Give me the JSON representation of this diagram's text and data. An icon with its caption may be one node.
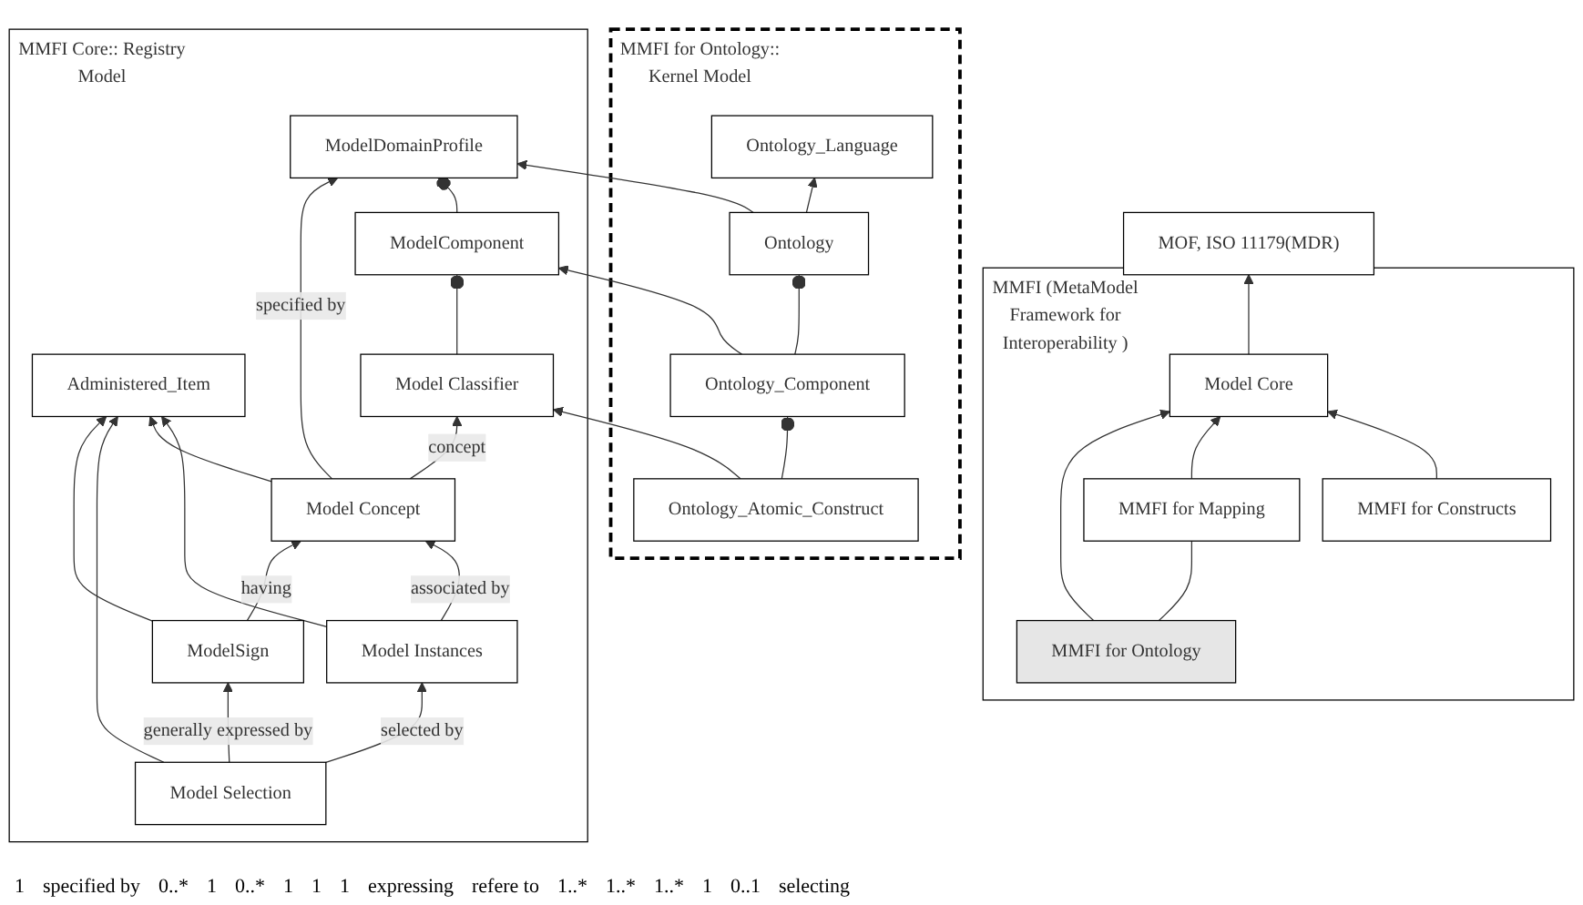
{
  "diagram": {
    "nodes": [
      {
        "text": [
          "MOF, ISO 11179(MDR)"
        ]
      },
      {
        "text": [
          "MMFI (MetaModel Framework for Interoperability )"
        ]
      },
      {
        "text": [
          "Model Core"
        ],
        "in": 1
      },
      {
        "text": [
          "MMFI for Ontology"
        ],
        "in": 1
      },
      {
        "text": [
          "MMFI for Mapping"
        ],
        "in": 1
      },
      {
        "text": [
          "MMFI for Constructs"
        ],
        "in": 1
      },
      {
        "text": [
          "MMFI Core:: Registry Model"
        ]
      },
      {
        "text": [
          "ModelSign"
        ],
        "in": 6
      },
      {
        "text": [
          "Model Concept"
        ],
        "in": 6
      },
      {
        "text": [
          "ModelDomainProfile"
        ],
        "in": 6
      },
      {
        "text": [
          "Administered_Item"
        ],
        "in": 6
      },
      {
        "text": [
          "ModelComponent"
        ],
        "in": 6
      },
      {
        "text": [
          "Model Selection"
        ],
        "in": 6
      },
      {
        "text": [
          "Model Instances"
        ],
        "in": 6
      },
      {
        "text": [
          "Model Classifier"
        ],
        "in": 6
      },
      {
        "text": [
          "MMFI for Ontology:: Kernel Model"
        ]
      },
      {
        "text": [
          "Ontology_Language"
        ],
        "in": 15
      },
      {
        "text": [
          "Ontology"
        ],
        "in": 15
      },
      {
        "text": [
          "Ontology_Component"
        ],
        "in": 15
      },
      {
        "text": [
          "Ontology_Atomic_Construct"
        ],
        "in": 15
      }
    ],
    "edges": [
      {
        "from": 2,
        "to": 0,
        "arrow": "to"
      },
      {
        "from": 3,
        "to": 2,
        "arrow": "to"
      },
      {
        "from": 4,
        "to": 2,
        "arrow": "to"
      },
      {
        "from": 5,
        "to": 2,
        "arrow": "to"
      },
      {
        "from": 3,
        "to": 4,
        "arrow": "none"
      },
      {
        "from": 7,
        "to": 8,
        "arrow": "to",
        "label": "having"
      },
      {
        "from": 8,
        "to": 9,
        "arrow": "to",
        "label": "specified by"
      },
      {
        "from": 12,
        "to": 7,
        "arrow": "to",
        "label": "generally expressed by"
      },
      {
        "from": 7,
        "to": 10,
        "arrow": "to"
      },
      {
        "from": 12,
        "to": 10,
        "arrow": "to"
      },
      {
        "from": 8,
        "to": 10,
        "arrow": "to"
      },
      {
        "from": 13,
        "to": 10,
        "arrow": "to"
      },
      {
        "from": 13,
        "to": 8,
        "arrow": "to",
        "label": "associated by"
      },
      {
        "from": 12,
        "to": 13,
        "arrow": "to",
        "label": "selected by"
      },
      {
        "from": 8,
        "to": 14,
        "arrow": "to",
        "label": "concept"
      },
      {
        "from": 11,
        "to": 9,
        "arrow": "other"
      },
      {
        "from": 14,
        "to": 11,
        "arrow": "other"
      },
      {
        "from": 17,
        "to": 16,
        "arrow": "to"
      },
      {
        "from": 17,
        "to": 9,
        "arrow": "to"
      },
      {
        "from": 18,
        "to": 11,
        "arrow": "to"
      },
      {
        "from": 19,
        "to": 14,
        "arrow": "to"
      },
      {
        "from": 18,
        "to": 17,
        "arrow": "other"
      },
      {
        "from": 19,
        "to": 18,
        "arrow": "other"
      }
    ],
    "labels": [
      "1",
      "specified by",
      "0..*",
      "1",
      "0..*",
      "1",
      "1",
      "1",
      "expressing",
      "refere to",
      "1..*",
      "1..*",
      "1..*",
      "1",
      "0..1",
      "selecting"
    ]
  }
}
